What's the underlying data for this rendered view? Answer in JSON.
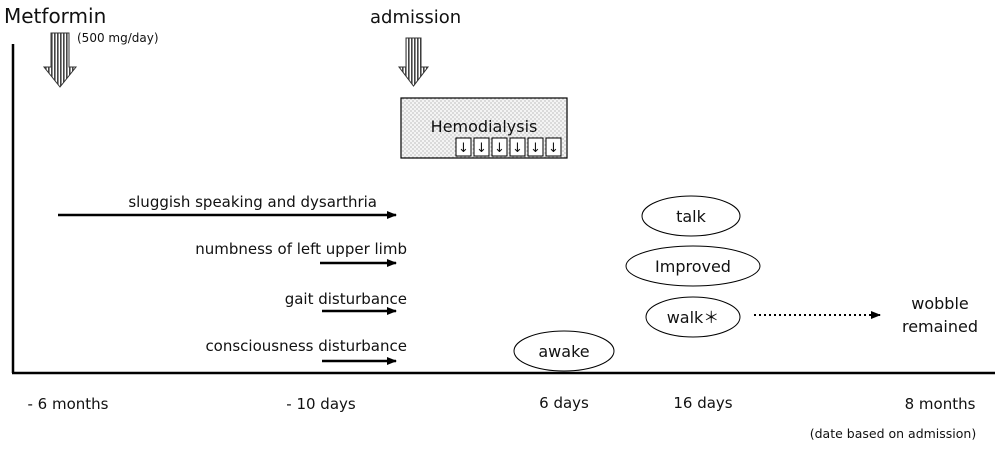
{
  "events": {
    "metformin": "Metformin",
    "metformin_dose": "(500 mg/day)",
    "admission": "admission"
  },
  "hemodialysis": {
    "label": "Hemodialysis",
    "session_glyph": "↓",
    "sessions": 6
  },
  "symptoms": [
    {
      "label": "sluggish speaking and dysarthria"
    },
    {
      "label": "numbness of left upper limb"
    },
    {
      "label": "gait disturbance"
    },
    {
      "label": "consciousness disturbance"
    }
  ],
  "outcomes": {
    "talk": "talk",
    "improved": "Improved",
    "walk": "walk＊",
    "awake": "awake",
    "wobble_line1": "wobble",
    "wobble_line2": "remained"
  },
  "axis": {
    "ticks": [
      "- 6 months",
      "- 10 days",
      "6 days",
      "16 days",
      "8 months"
    ],
    "note": "(date based on admission)"
  },
  "colors": {
    "line": "#000000",
    "text": "#111111",
    "box_fill": "#eeeeee",
    "arrow_fill": "#bdbdbd"
  }
}
